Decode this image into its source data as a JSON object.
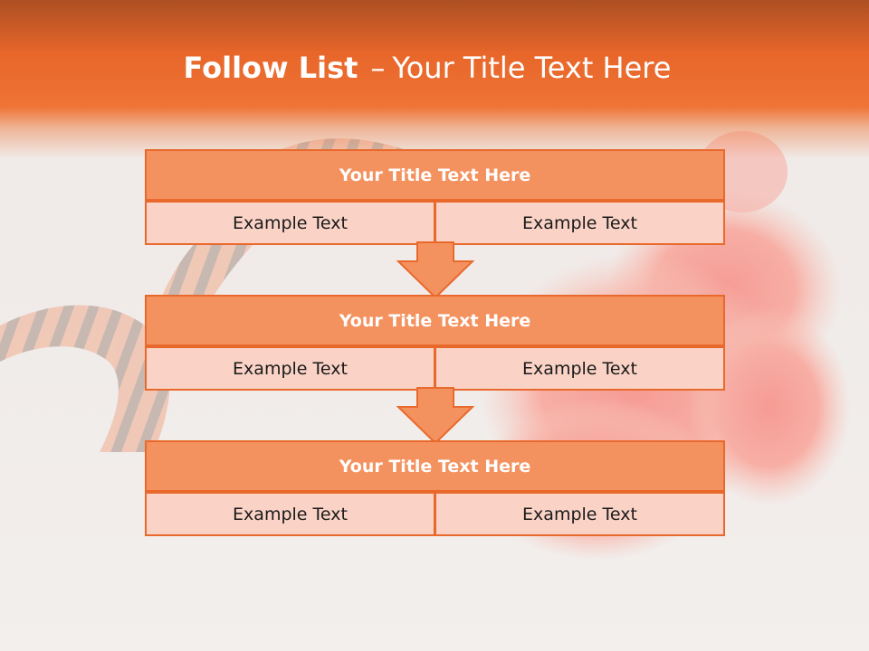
{
  "slide": {
    "title_bold": "Follow List",
    "title_separator": "–",
    "title_rest": "Your Title Text Here",
    "accent_color": "#ef7435",
    "header_dark_color": "#ad4f23",
    "block_title_color": "#f4925f",
    "cell_color": "#fad3c6",
    "border_color": "#e9692c"
  },
  "blocks": [
    {
      "title": "Your Title Text Here",
      "left": "Example Text",
      "right": "Example Text"
    },
    {
      "title": "Your Title Text Here",
      "left": "Example Text",
      "right": "Example Text"
    },
    {
      "title": "Your Title Text Here",
      "left": "Example Text",
      "right": "Example Text"
    }
  ],
  "icons": {
    "down_arrow": "down-arrow-icon",
    "background": "carnation-and-ribbon-photo"
  }
}
